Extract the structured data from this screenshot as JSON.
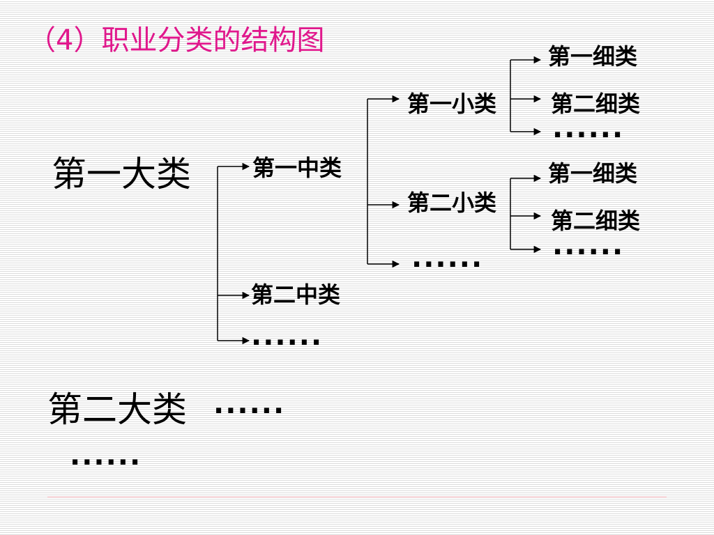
{
  "title": "（4）职业分类的结构图",
  "major": {
    "first": "第一大类",
    "second": "第二大类"
  },
  "middle": {
    "first": "第一中类",
    "second": "第二中类"
  },
  "minor": {
    "first": "第一小类",
    "second": "第二小类"
  },
  "fine": {
    "first": "第一细类",
    "second": "第二细类"
  },
  "ellipsis": "······",
  "colors": {
    "title": "#e0188c",
    "text": "#000000",
    "footer_line": "#e8a0a8",
    "stripe": "#dcdcdc"
  }
}
